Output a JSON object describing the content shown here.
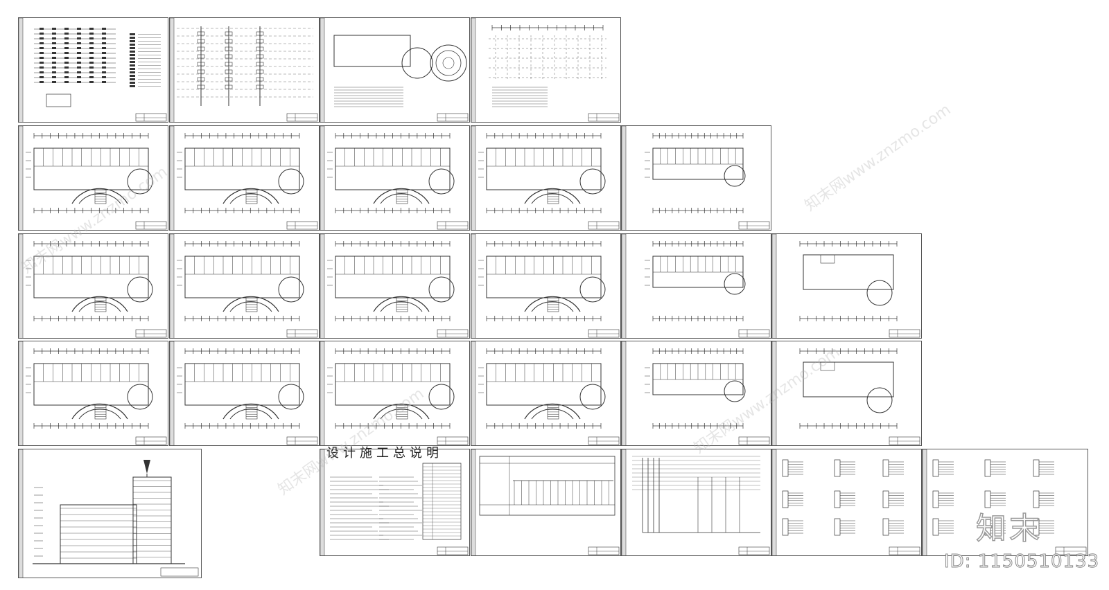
{
  "design_notes_title": "设计施工总说明",
  "watermark": {
    "logo_text": "知末",
    "site_text": "知末网www.znzmo.com",
    "id_label": "ID: 1150510133"
  },
  "colors": {
    "background": "#ffffff",
    "line": "#333333",
    "border": "#555555"
  },
  "sheets": [
    {
      "kind": "legend"
    },
    {
      "kind": "riser"
    },
    {
      "kind": "site"
    },
    {
      "kind": "site2"
    },
    {
      "kind": "plan"
    },
    {
      "kind": "plan"
    },
    {
      "kind": "plan"
    },
    {
      "kind": "plan"
    },
    {
      "kind": "plan-small"
    },
    {
      "kind": "plan"
    },
    {
      "kind": "plan"
    },
    {
      "kind": "plan"
    },
    {
      "kind": "plan"
    },
    {
      "kind": "plan-small"
    },
    {
      "kind": "roof"
    },
    {
      "kind": "plan"
    },
    {
      "kind": "plan"
    },
    {
      "kind": "plan"
    },
    {
      "kind": "plan"
    },
    {
      "kind": "plan-small"
    },
    {
      "kind": "roof"
    },
    {
      "kind": "elevation"
    },
    {
      "kind": "notes"
    },
    {
      "kind": "system"
    },
    {
      "kind": "system2"
    },
    {
      "kind": "panels"
    },
    {
      "kind": "panels"
    }
  ]
}
